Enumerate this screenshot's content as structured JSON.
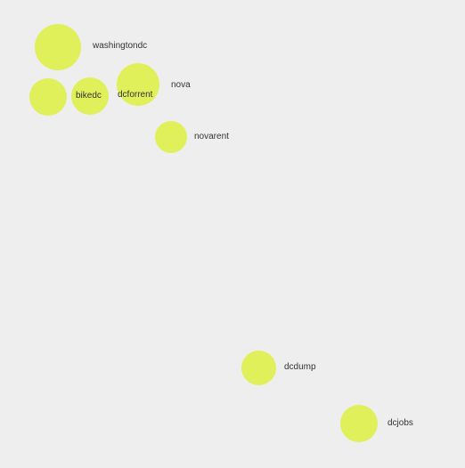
{
  "view": {
    "background_color": "#eeeeee",
    "bubble_color": "#e0f05a",
    "label_color": "#333333"
  },
  "nodes": [
    {
      "id": "washingtondc",
      "label": "washingtondc"
    },
    {
      "id": "unlabeled",
      "label": ""
    },
    {
      "id": "bikedc",
      "label": "bikedc"
    },
    {
      "id": "dcforrent",
      "label": "dcforrent"
    },
    {
      "id": "nova",
      "label": "nova"
    },
    {
      "id": "novarent",
      "label": "novarent"
    },
    {
      "id": "dcdump",
      "label": "dcdump"
    },
    {
      "id": "dcjobs",
      "label": "dcjobs"
    }
  ]
}
